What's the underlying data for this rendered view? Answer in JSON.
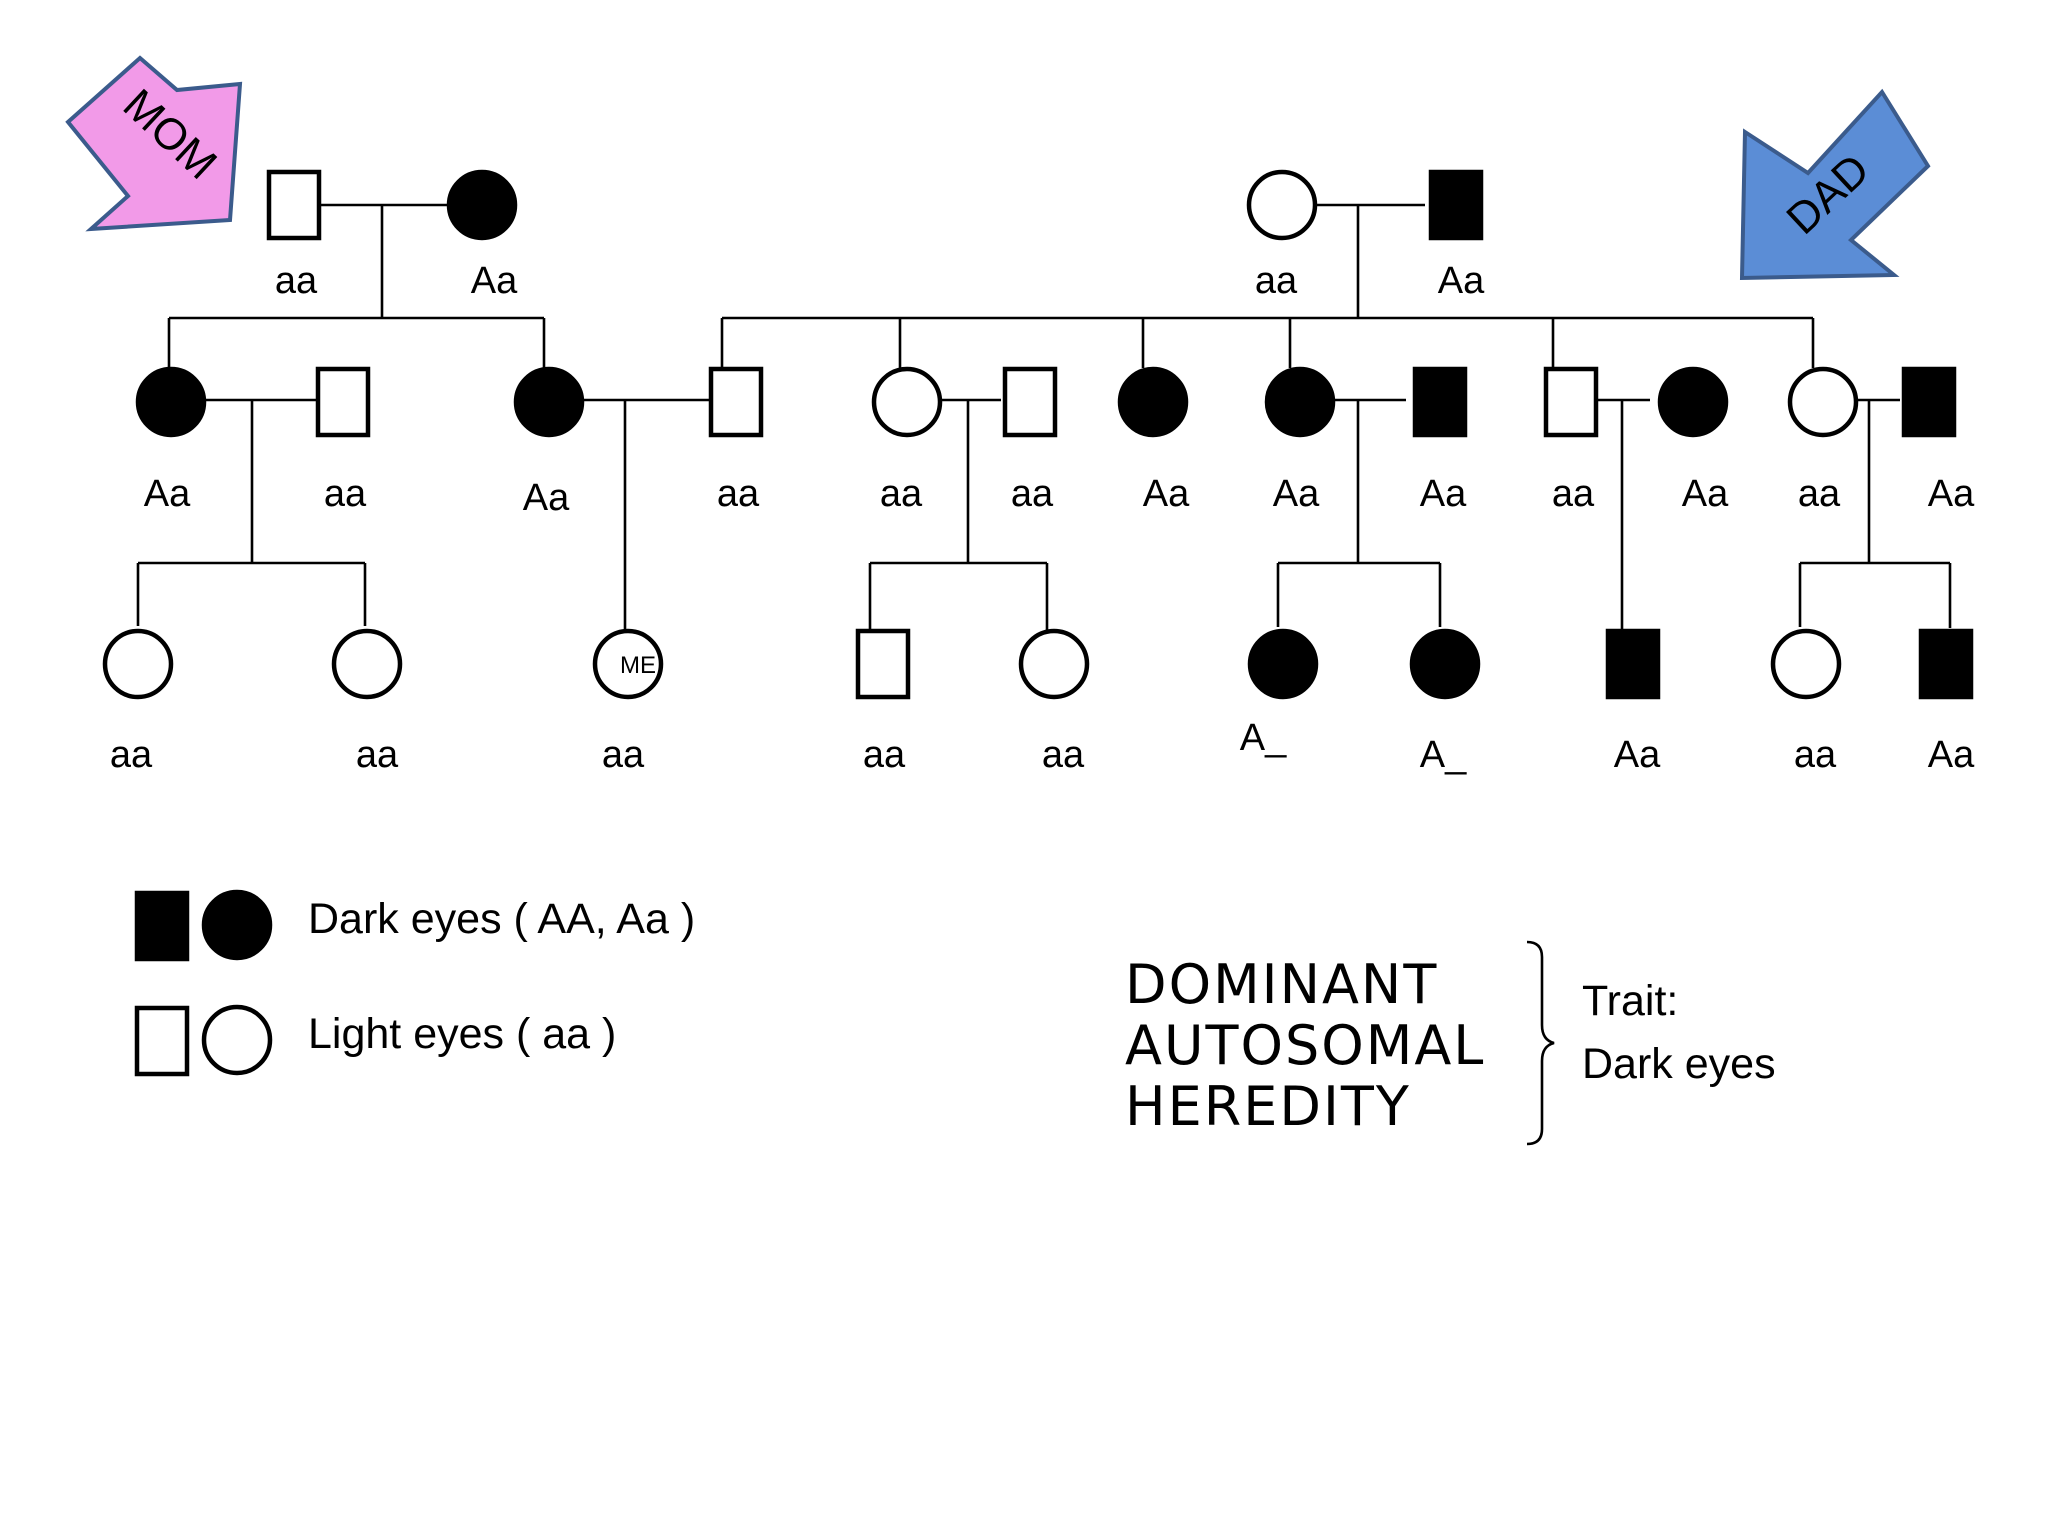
{
  "colors": {
    "mom_arrow": "#f29ae8",
    "dad_arrow": "#5b8dd6",
    "arrow_border": "#3b5b8c",
    "affected": "#000000",
    "unaffected": "#ffffff"
  },
  "arrows": {
    "mom_label": "MOM",
    "dad_label": "DAD"
  },
  "generation1": {
    "mom_father": {
      "sex": "male",
      "affected": false,
      "genotype": "aa"
    },
    "mom_mother": {
      "sex": "female",
      "affected": true,
      "genotype": "Aa"
    },
    "dad_mother": {
      "sex": "female",
      "affected": false,
      "genotype": "aa"
    },
    "dad_father": {
      "sex": "male",
      "affected": true,
      "genotype": "Aa"
    }
  },
  "generation2": [
    {
      "sex": "female",
      "affected": true,
      "genotype": "Aa"
    },
    {
      "sex": "male",
      "affected": false,
      "genotype": "aa"
    },
    {
      "sex": "female",
      "affected": true,
      "genotype": "Aa"
    },
    {
      "sex": "male",
      "affected": false,
      "genotype": "aa"
    },
    {
      "sex": "female",
      "affected": false,
      "genotype": "aa"
    },
    {
      "sex": "male",
      "affected": false,
      "genotype": "aa"
    },
    {
      "sex": "female",
      "affected": true,
      "genotype": "Aa"
    },
    {
      "sex": "female",
      "affected": true,
      "genotype": "Aa"
    },
    {
      "sex": "male",
      "affected": true,
      "genotype": "Aa"
    },
    {
      "sex": "male",
      "affected": false,
      "genotype": "aa"
    },
    {
      "sex": "female",
      "affected": true,
      "genotype": "Aa"
    },
    {
      "sex": "female",
      "affected": false,
      "genotype": "aa"
    },
    {
      "sex": "male",
      "affected": true,
      "genotype": "Aa"
    }
  ],
  "generation3": [
    {
      "sex": "female",
      "affected": false,
      "genotype": "aa"
    },
    {
      "sex": "female",
      "affected": false,
      "genotype": "aa"
    },
    {
      "sex": "female",
      "affected": false,
      "genotype": "aa",
      "tag": "ME"
    },
    {
      "sex": "male",
      "affected": false,
      "genotype": "aa"
    },
    {
      "sex": "female",
      "affected": false,
      "genotype": "aa"
    },
    {
      "sex": "female",
      "affected": true,
      "genotype": "A_"
    },
    {
      "sex": "female",
      "affected": true,
      "genotype": "A_"
    },
    {
      "sex": "male",
      "affected": true,
      "genotype": "Aa"
    },
    {
      "sex": "female",
      "affected": false,
      "genotype": "aa"
    },
    {
      "sex": "male",
      "affected": true,
      "genotype": "Aa"
    }
  ],
  "legend": {
    "dark": "Dark eyes ( AA, Aa )",
    "light": "Light eyes ( aa )"
  },
  "heredity": {
    "line1": "DOMINANT",
    "line2": "AUTOSOMAL",
    "line3": "HEREDITY"
  },
  "trait": {
    "label": "Trait:",
    "value": "Dark eyes"
  }
}
